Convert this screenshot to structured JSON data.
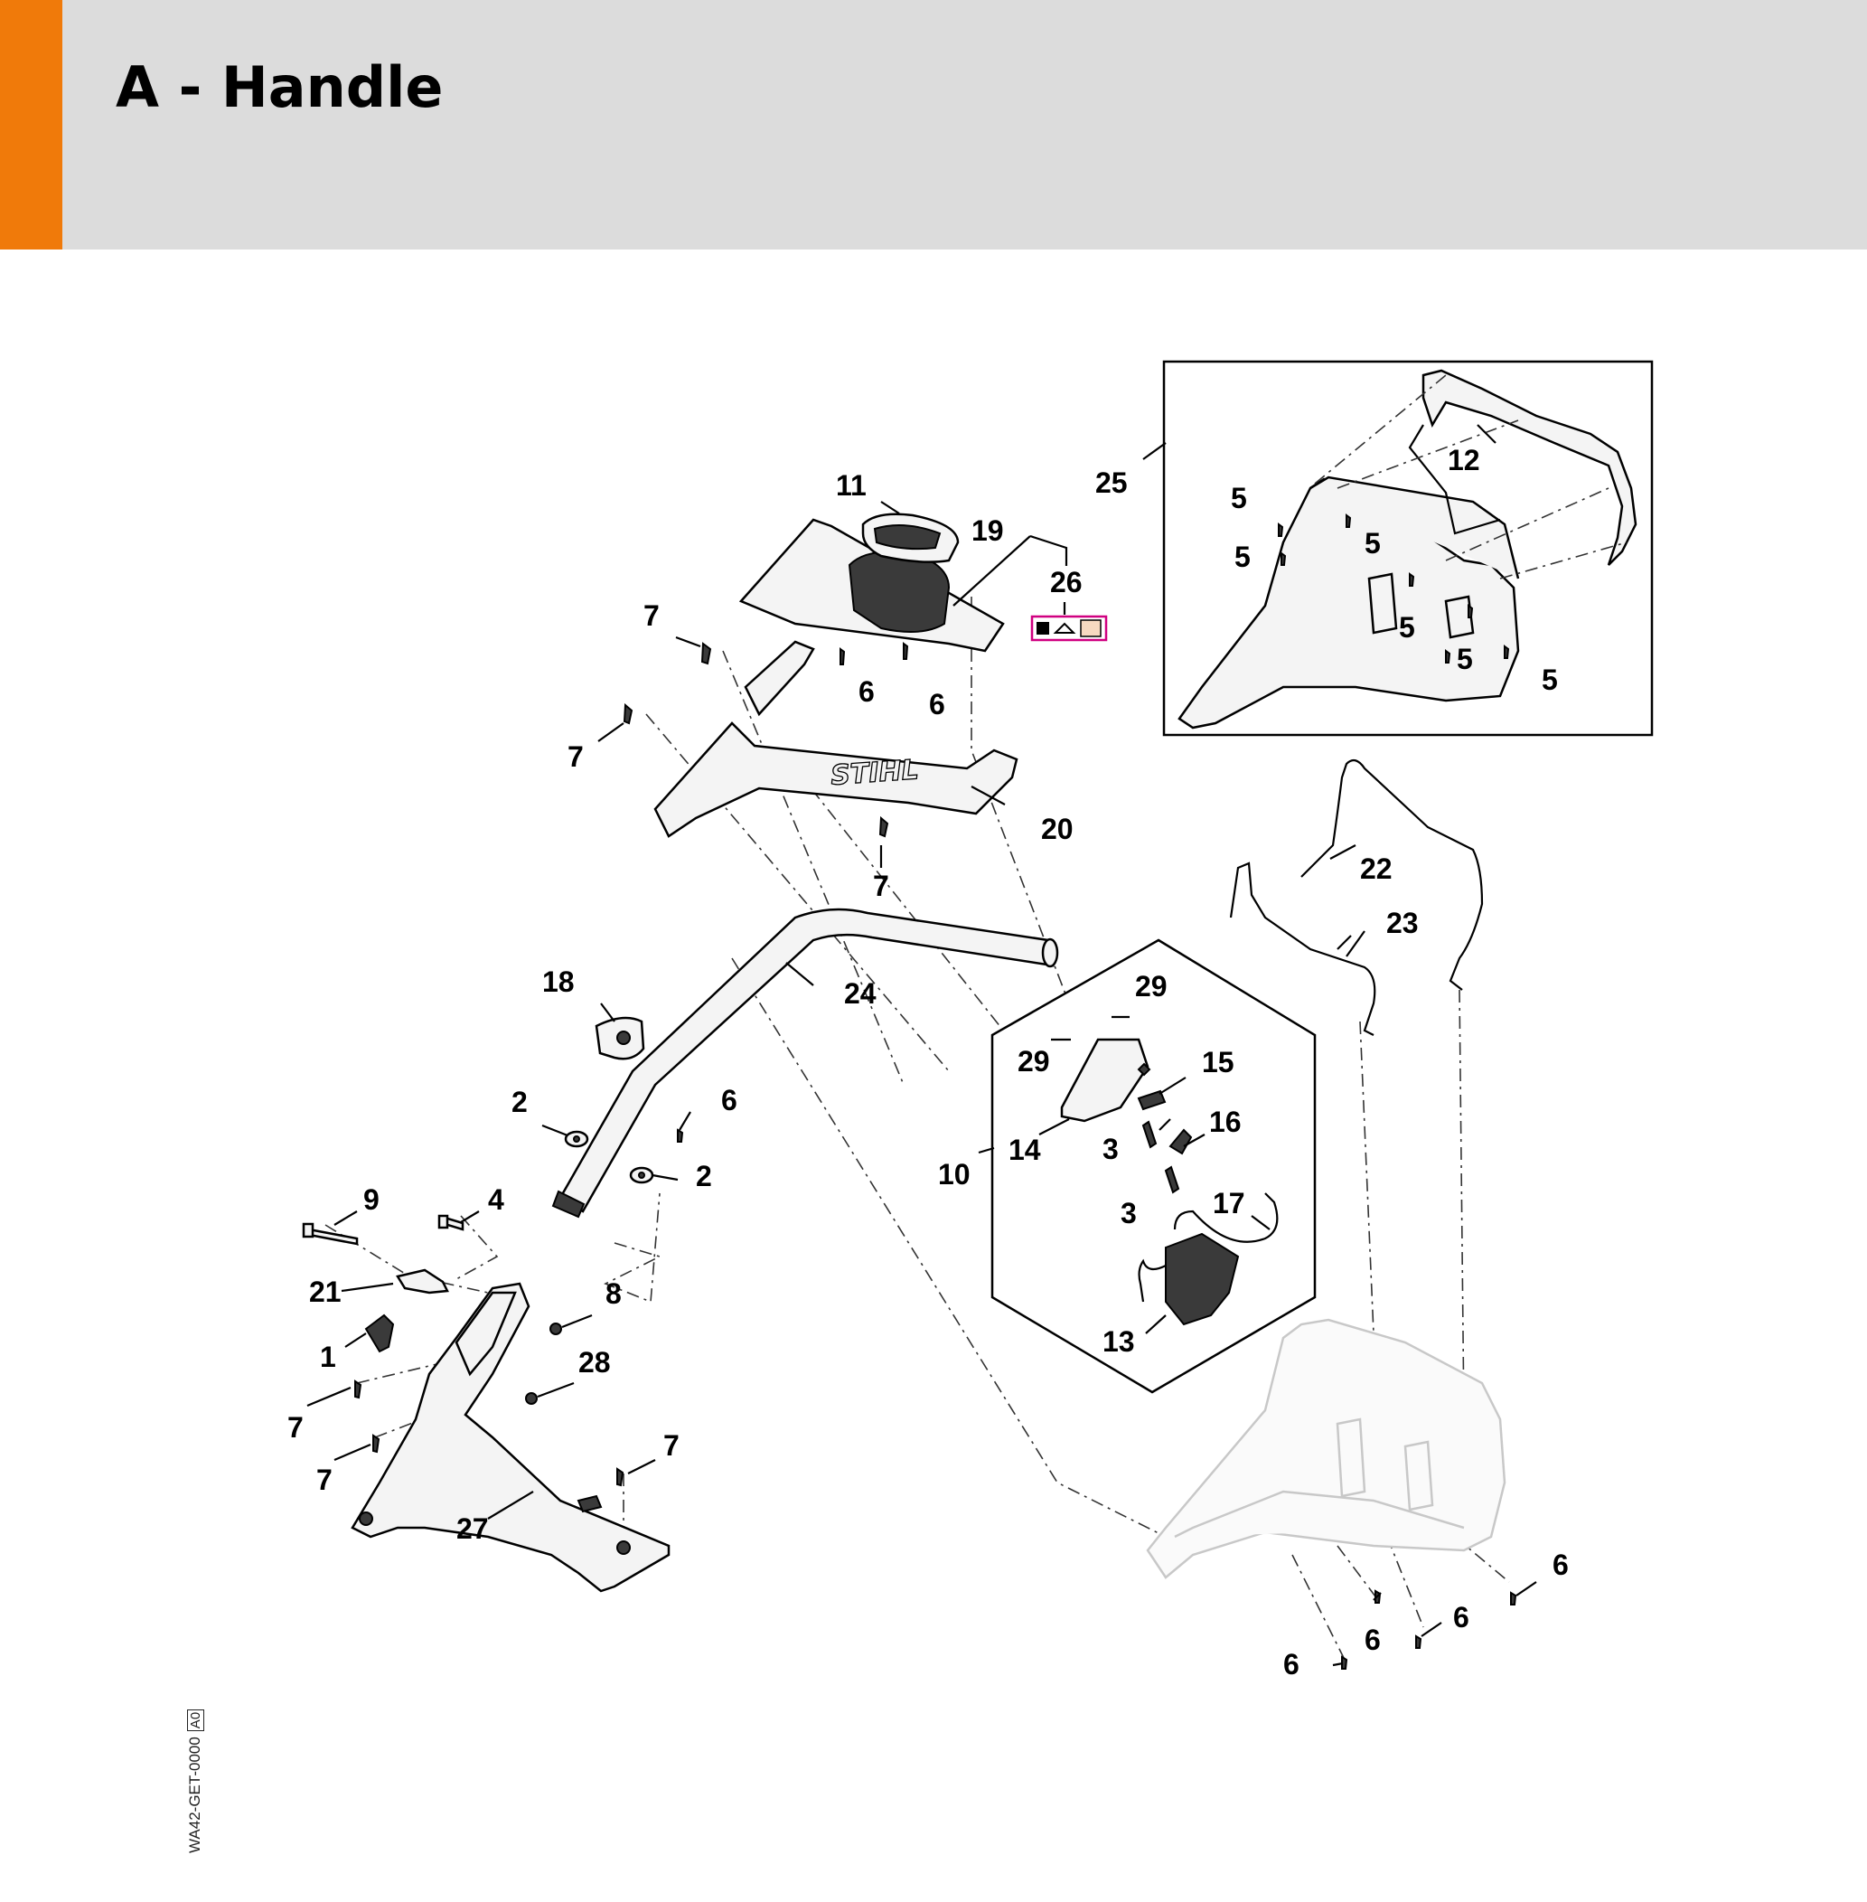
{
  "header": {
    "title": "A - Handle",
    "accent_color": "#f07a0a",
    "background_color": "#dcdcdc"
  },
  "diagram": {
    "brand_mark": "STIHL",
    "callouts": {
      "c1": "1",
      "c2a": "2",
      "c2b": "2",
      "c3a": "3",
      "c3b": "3",
      "c4": "4",
      "c5a": "5",
      "c5b": "5",
      "c5c": "5",
      "c5d": "5",
      "c5e": "5",
      "c5f": "5",
      "c6a": "6",
      "c6b": "6",
      "c6c": "6",
      "c6d": "6",
      "c6e": "6",
      "c6f": "6",
      "c6g": "6",
      "c7a": "7",
      "c7b": "7",
      "c7c": "7",
      "c7d": "7",
      "c7e": "7",
      "c7f": "7",
      "c8": "8",
      "c9": "9",
      "c10": "10",
      "c11": "11",
      "c12": "12",
      "c13": "13",
      "c14": "14",
      "c15": "15",
      "c16": "16",
      "c17": "17",
      "c18": "18",
      "c19": "19",
      "c20": "20",
      "c21": "21",
      "c22": "22",
      "c23": "23",
      "c24": "24",
      "c25": "25",
      "c26": "26",
      "c27": "27",
      "c28": "28",
      "c29a": "29",
      "c29b": "29"
    }
  },
  "footer": {
    "doc_id": "WA42-GET-0000",
    "doc_box": "A0"
  }
}
